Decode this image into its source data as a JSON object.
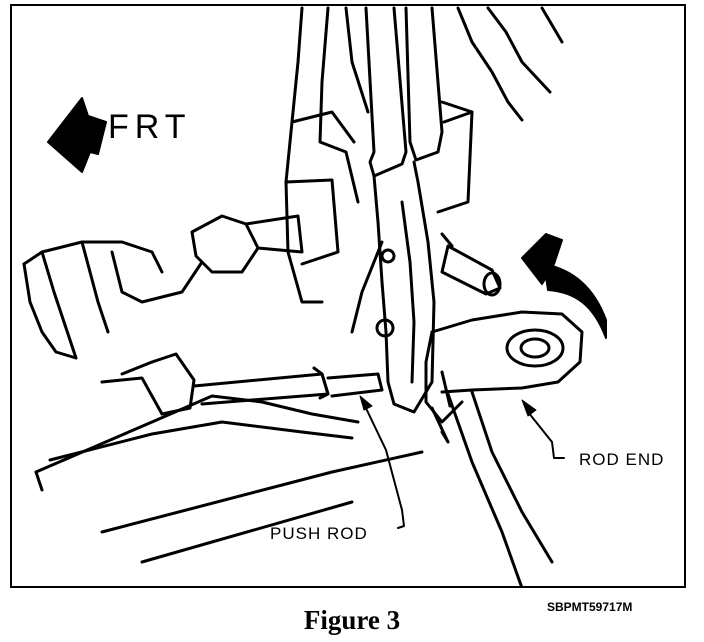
{
  "figure": {
    "labels": {
      "front": "FRT",
      "rod_end": "ROD END",
      "push_rod": "PUSH ROD"
    },
    "caption": "Figure 3",
    "code": "SBPMT59717M"
  }
}
